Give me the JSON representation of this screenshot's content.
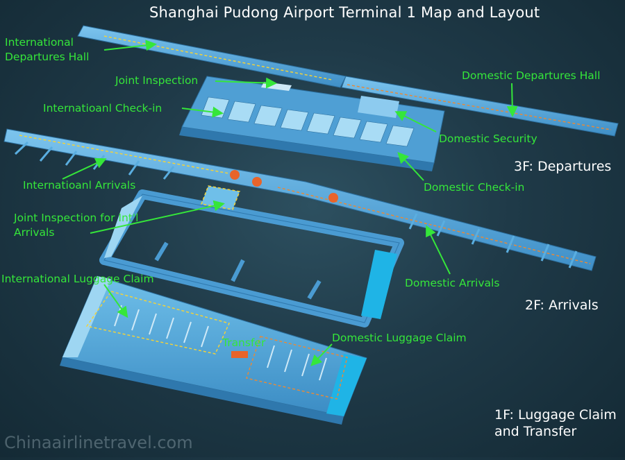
{
  "title": "Shanghai Pudong Airport Terminal 1 Map and Layout",
  "callouts": {
    "intl_departures_hall": "International Departures Hall",
    "joint_inspection": "Joint Inspection",
    "intl_checkin": "Internatioanl Check-in",
    "domestic_departures_hall": "Domestic Departures Hall",
    "domestic_security": "Domestic Security",
    "domestic_checkin": "Domestic Check-in",
    "intl_arrivals": "Internatioanl Arrivals",
    "joint_inspection_intl_arrivals": "Joint Inspection for Int'l Arrivals",
    "domestic_arrivals": "Domestic Arrivals",
    "intl_luggage_claim": "International  Luggage Claim",
    "transfer": "Transfer",
    "domestic_luggage_claim": "Domestic Luggage Claim"
  },
  "floors": {
    "f3": "3F: Departures",
    "f2": "2F: Arrivals",
    "f1": "1F: Luggage Claim and Transfer"
  },
  "watermark": "Chinaairlinetravel.com",
  "colors": {
    "callout_green": "#35e63a",
    "floor_blue": "#5aaee0",
    "floor_blue_dark": "#3a86bd",
    "dashed_yellow": "#f2d23a",
    "dashed_orange": "#e58a3a",
    "cyan_edge": "#1fb4e6"
  }
}
